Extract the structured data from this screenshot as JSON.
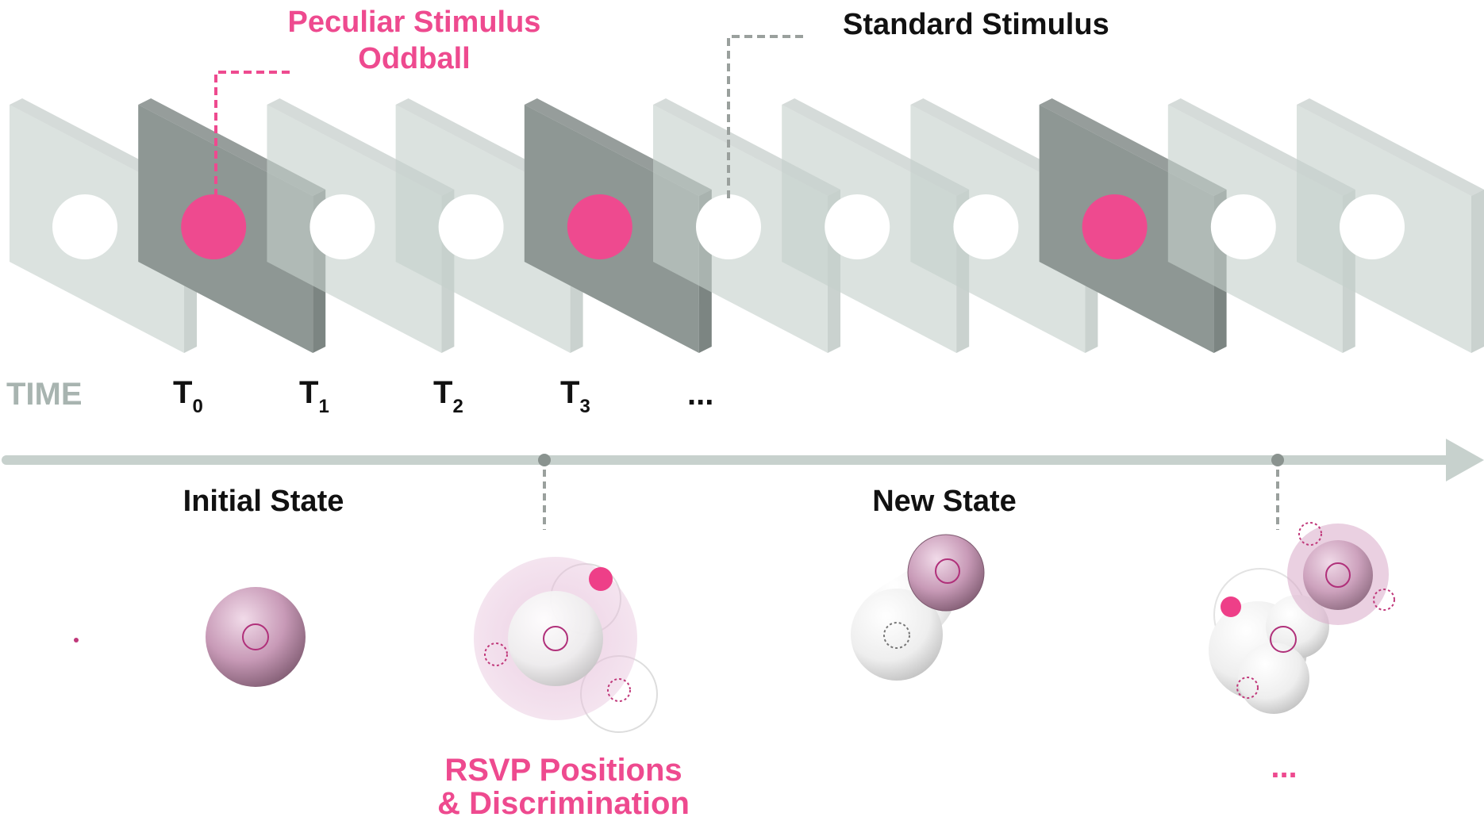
{
  "labels": {
    "oddball_line1": "Peculiar Stimulus",
    "oddball_line2": "Oddball",
    "standard": "Standard Stimulus",
    "time": "TIME",
    "ellipsis_time": "...",
    "initial_state": "Initial State",
    "new_state": "New State",
    "rsvp_line1": "RSVP Positions",
    "rsvp_line2": "& Discrimination",
    "ellipsis_bottom": "..."
  },
  "time_ticks": [
    {
      "base": "T",
      "sub": "0"
    },
    {
      "base": "T",
      "sub": "1"
    },
    {
      "base": "T",
      "sub": "2"
    },
    {
      "base": "T",
      "sub": "3"
    }
  ],
  "frames": [
    {
      "type": "standard"
    },
    {
      "type": "oddball"
    },
    {
      "type": "standard"
    },
    {
      "type": "standard"
    },
    {
      "type": "oddball"
    },
    {
      "type": "standard"
    },
    {
      "type": "standard"
    },
    {
      "type": "standard"
    },
    {
      "type": "oddball"
    },
    {
      "type": "standard"
    },
    {
      "type": "standard"
    }
  ],
  "colors": {
    "accent_pink": "#ee4a8f",
    "panel_light": "#c5d0cc",
    "panel_light_side": "#aab7b2",
    "panel_dark": "#8e9794",
    "panel_dark_side": "#7c8582",
    "axis": "#c7d1cd",
    "time_label": "#a8b4b0",
    "text_dark": "#111111",
    "sphere_pink": "#c89ab7"
  }
}
